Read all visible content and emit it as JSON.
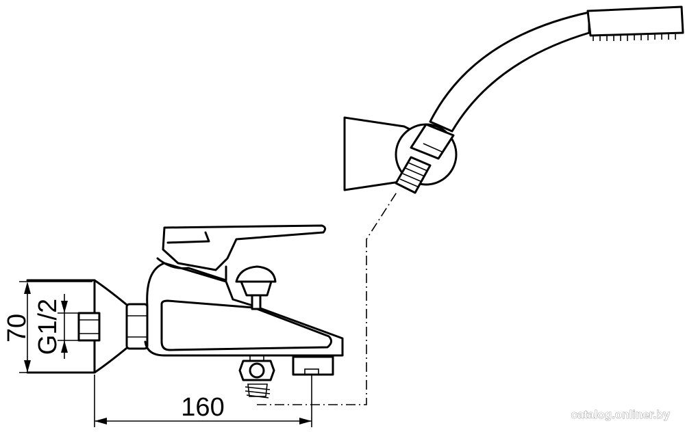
{
  "dimensions": {
    "width_label": "160",
    "height_label": "70",
    "thread_label": "G1/2"
  },
  "watermark": "catalog.onliner.by",
  "colors": {
    "line": "#000000",
    "background": "#ffffff"
  }
}
